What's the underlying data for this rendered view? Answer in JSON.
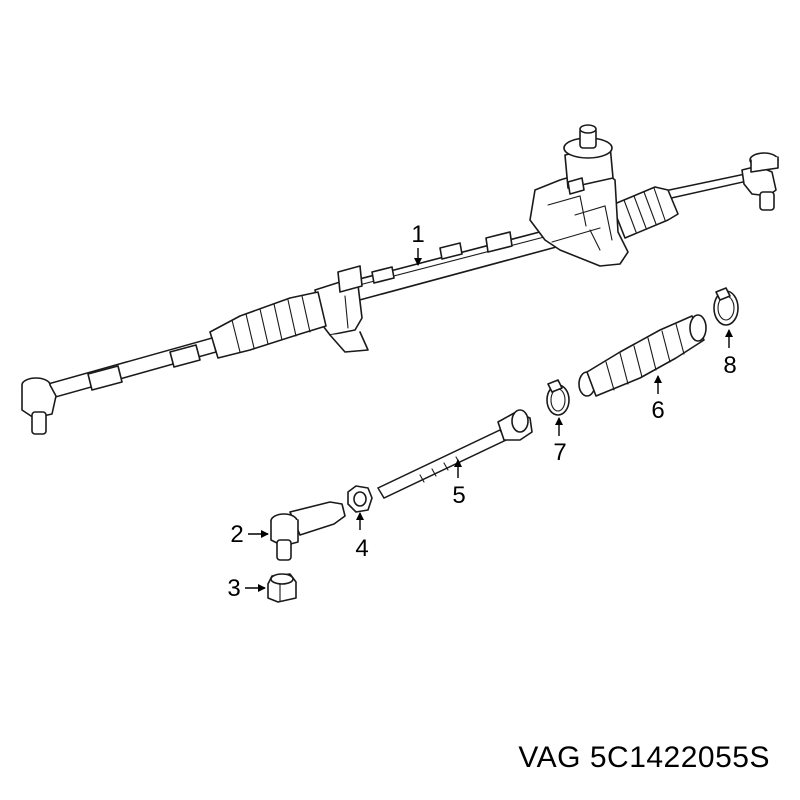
{
  "callouts": [
    {
      "id": "1",
      "label": "1"
    },
    {
      "id": "2",
      "label": "2"
    },
    {
      "id": "3",
      "label": "3"
    },
    {
      "id": "4",
      "label": "4"
    },
    {
      "id": "5",
      "label": "5"
    },
    {
      "id": "6",
      "label": "6"
    },
    {
      "id": "7",
      "label": "7"
    },
    {
      "id": "8",
      "label": "8"
    }
  ],
  "part_number": "VAG 5C1422055S",
  "colors": {
    "line": "#1a1a1a",
    "background": "#ffffff"
  }
}
